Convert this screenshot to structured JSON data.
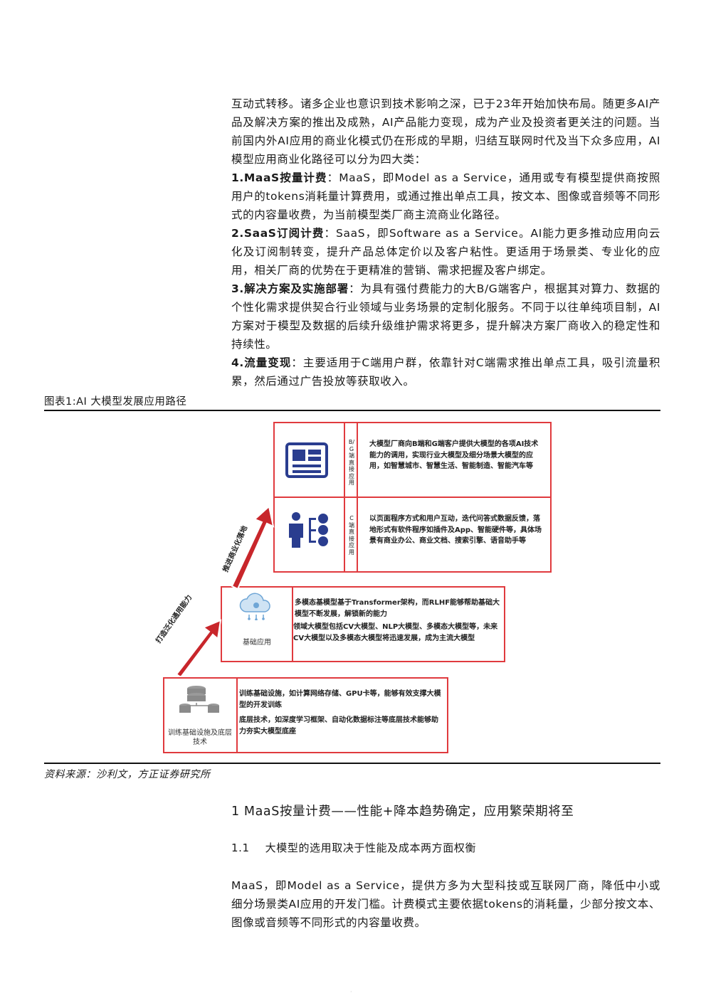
{
  "intro_lines": [
    "互动式转移。诸多企业也意识到技术影响之深，已于23年开始加快布局。随更多AI产品及解决方案的推出及成熟，AI产品能力变现，成为产业及投资者更关注的问题。当前国内外AI应用的商业化模式仍在形成的早期，归结互联网时代及当下众多应用，AI模型应用商业化路径可以分为四大类："
  ],
  "models": [
    {
      "title": "1.MaaS按量计费",
      "text": "：MaaS，即Model as a Service，通用或专有模型提供商按照用户的tokens消耗量计算费用，或通过推出单点工具，按文本、图像或音频等不同形式的内容量收费，为当前模型类厂商主流商业化路径。"
    },
    {
      "title": "2.SaaS订阅计费",
      "text": "：SaaS，即Software as a Service。AI能力更多推动应用向云化及订阅制转变，提升产品总体定价以及客户粘性。更适用于场景类、专业化的应用，相关厂商的优势在于更精准的营销、需求把握及客户绑定。"
    },
    {
      "title": "3.解决方案及实施部署",
      "text": "：为具有强付费能力的大B/G端客户，根据其对算力、数据的个性化需求提供契合行业领域与业务场景的定制化服务。不同于以往单纯项目制，AI方案对于模型及数据的后续升级维护需求将更多，提升解决方案厂商收入的稳定性和持续性。"
    },
    {
      "title": "4.流量变现",
      "text": "：主要适用于C端用户群，依靠针对C端需求推出单点工具，吸引流量积累，然后通过广告投放等获取收入。"
    }
  ],
  "figure": {
    "caption": "图表1:AI 大模型发展应用路径",
    "top_tier": {
      "bg_label": "B/G端直接应用",
      "bg_text": "大模型厂商向B端和G端客户提供大模型的各项AI技术能力的调用，实现行业大模型及细分场景大模型的应用，如智慧城市、智慧生活、智能制造、智能汽车等",
      "c_label": "C端直接应用",
      "c_text": "以页面程序方式和用户互动，迭代问答式数据反馈，落地形式有软件程序如插件及App、智能硬件等，具体场景有商业办公、商业文档、搜索引擎、语音助手等"
    },
    "mid_tier": {
      "label": "基础应用",
      "text1": "多模态基模型基于Transformer架构，而RLHF能够帮助基础大模型不断发展，解锁新的能力",
      "text2": "领域大模型包括CV大模型、NLP大模型、多模态大模型等，未来CV大模型以及多模态大模型将迅速发展，成为主流大模型"
    },
    "bottom_tier": {
      "label": "训练基础设施及底层技术",
      "text1": "训练基础设施，如计算网络存储、GPU卡等，能够有效支撑大模型的开发训练",
      "text2": "底层技术，如深度学习框架、自动化数据标注等底层技术能够助力夯实大模型底座"
    },
    "arrow_upper": "推进商业化落地",
    "arrow_lower": "打造泛化通用能力",
    "colors": {
      "border": "#e03a3e",
      "icon": "#2a3d8f"
    }
  },
  "source": "资料来源：沙利文，方正证券研究所",
  "heading1": "1 MaaS按量计费——性能+降本趋势确定，应用繁荣期将至",
  "heading2": {
    "num": "1.1",
    "text": "大模型的选用取决于性能及成本两方面权衡"
  },
  "paragraph": "MaaS，即Model as a Service，提供方多为大型科技或互联网厂商，降低中小或细分场景类AI应用的开发门槛。计费模式主要依据tokens的消耗量，少部分按文本、图像或音频等不同形式的内容量收费。",
  "footer_mark": "·"
}
